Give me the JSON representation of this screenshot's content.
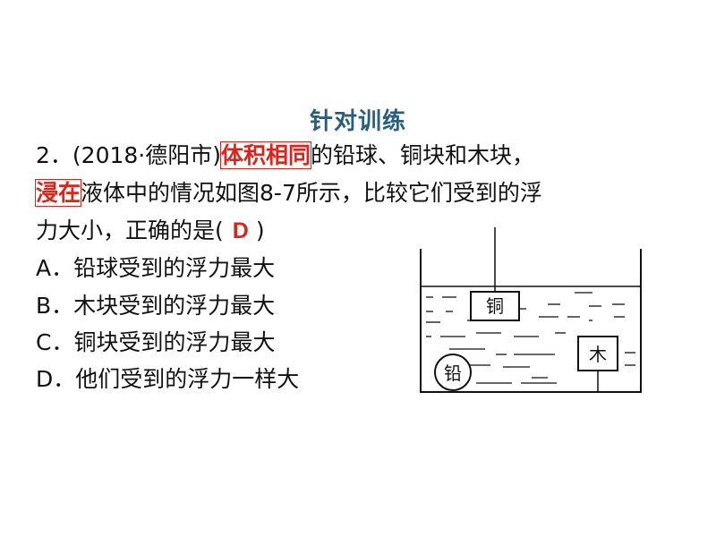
{
  "section_title": "针对训练",
  "question": {
    "number": "2．",
    "source": "(2018·德阳市)",
    "emphasis1": "体积相同",
    "text1_rest": "的铅球、铜块和木块，",
    "emphasis2": "浸在",
    "text2_rest": "液体中的情况如图8-7所示，比较它们受到的浮",
    "text3_start": "力大小，正确的是(",
    "answer": "D",
    "text3_end": ")"
  },
  "options": [
    {
      "letter": "A．",
      "text": "铅球受到的浮力最大"
    },
    {
      "letter": "B．",
      "text": "木块受到的浮力最大"
    },
    {
      "letter": "C．",
      "text": "铜块受到的浮力最大"
    },
    {
      "letter": "D．",
      "text": "他们受到的浮力一样大"
    }
  ],
  "figure": {
    "copper_label": "铜",
    "wood_label": "木",
    "lead_label": "铅"
  }
}
